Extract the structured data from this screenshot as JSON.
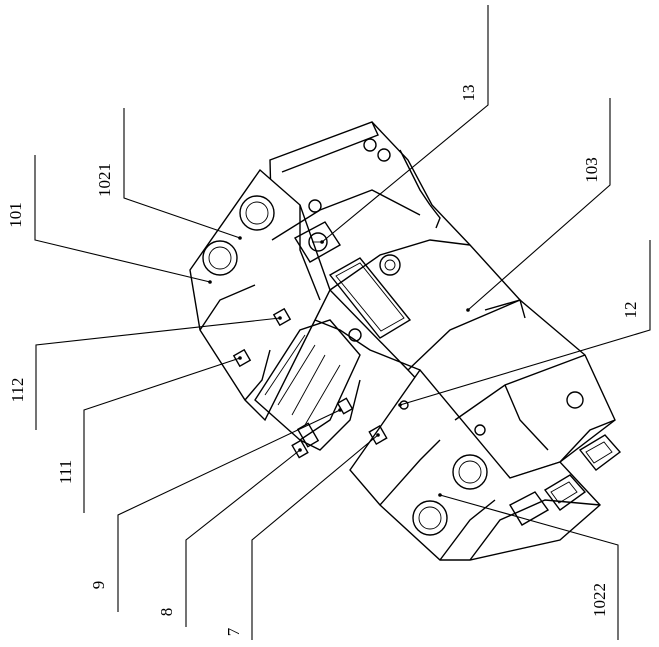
{
  "labels": {
    "l101": "101",
    "l1021": "1021",
    "l13": "13",
    "l103": "103",
    "l112": "112",
    "l12": "12",
    "l111": "111",
    "l9": "9",
    "l8": "8",
    "l7": "7",
    "l1022": "1022"
  }
}
